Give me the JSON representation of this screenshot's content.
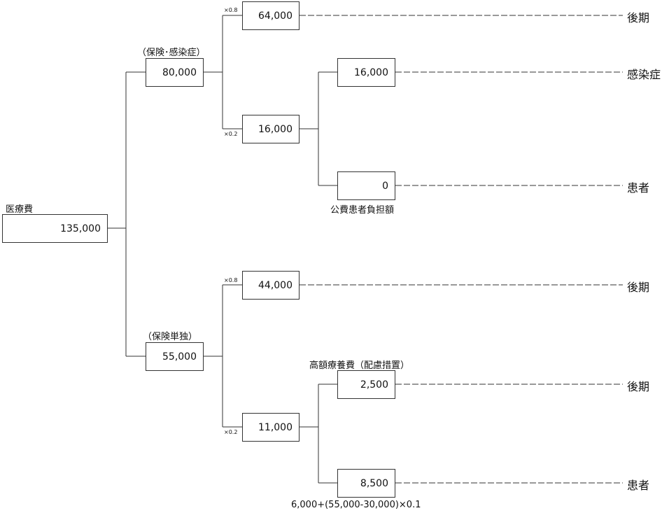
{
  "root": {
    "label": "医療費",
    "value": "135,000"
  },
  "branches": {
    "combined": {
      "label": "（保険･感染症）",
      "value": "80,000"
    },
    "single": {
      "label": "（保険単独）",
      "value": "55,000"
    }
  },
  "nodes": {
    "c08": "64,000",
    "c02": "16,000",
    "c_inf": "16,000",
    "c_pat": "0",
    "s08": "44,000",
    "s02": "11,000",
    "s_hi": "2,500",
    "s_pat": "8,500"
  },
  "multipliers": {
    "m08": "×0.8",
    "m02": "×0.2"
  },
  "labels": {
    "public_patient": "公費患者負担額",
    "high_cost": "高額療養費（配慮措置）",
    "formula": "6,000+(55,000-30,000)×0.1"
  },
  "endpoints": {
    "kouki": "後期",
    "kansensho": "感染症",
    "kanja": "患者"
  }
}
